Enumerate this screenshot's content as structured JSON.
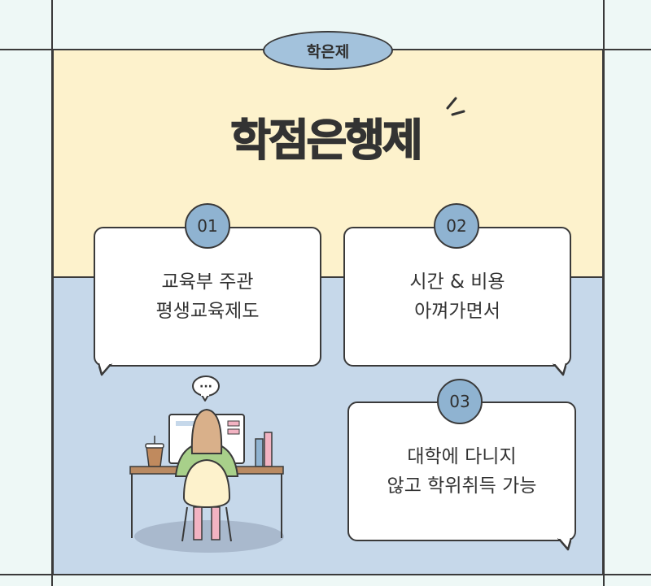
{
  "tag": {
    "label": "학은제"
  },
  "title": {
    "text": "학점은행제"
  },
  "cards": [
    {
      "number": "01",
      "line1": "교육부 주관",
      "line2": "평생교육제도"
    },
    {
      "number": "02",
      "line1": "시간 & 비용",
      "line2": "아껴가면서"
    },
    {
      "number": "03",
      "line1": "대학에 다니지",
      "line2": "않고 학위취득 가능"
    }
  ],
  "illustration": {
    "speech_bubble": "···"
  },
  "colors": {
    "background": "#eef8f6",
    "top_panel": "#fdf2cc",
    "bottom_panel": "#c6d8ea",
    "badge": "#8fb3d1",
    "tag": "#a3c2dc",
    "outline": "#3a3a3a"
  }
}
